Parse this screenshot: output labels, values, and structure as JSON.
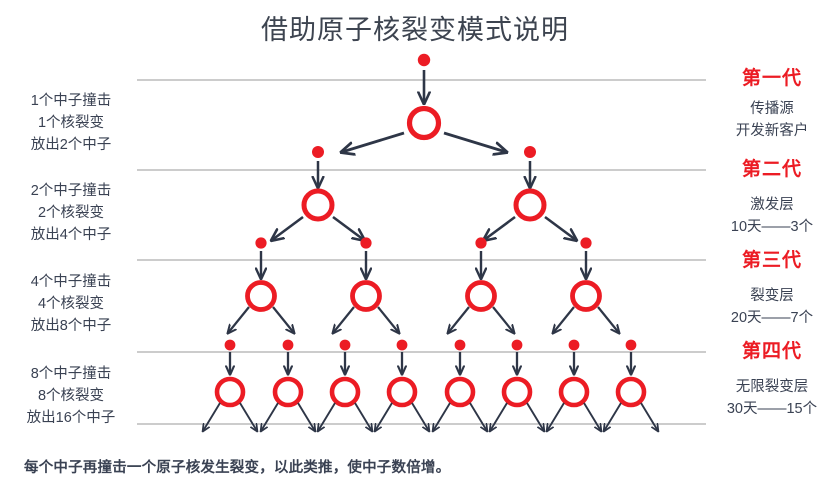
{
  "title": "借助原子核裂变模式说明",
  "caption": "每个中子再撞击一个原子核发生裂变，以此类推，使中子数倍增。",
  "colors": {
    "red": "#ec1c24",
    "dark": "#2e3647",
    "rule": "#9a9a9a",
    "text": "#3a4253"
  },
  "left_labels": [
    {
      "line1": "1个中子撞击",
      "line2": "1个核裂变",
      "line3": "放出2个中子"
    },
    {
      "line1": "2个中子撞击",
      "line2": "2个核裂变",
      "line3": "放出4个中子"
    },
    {
      "line1": "4个中子撞击",
      "line2": "4个核裂变",
      "line3": "放出8个中子"
    },
    {
      "line1": "8个中子撞击",
      "line2": "8个核裂变",
      "line3": "放出16个中子"
    }
  ],
  "right_labels": [
    {
      "title": "第一代",
      "line1": "传播源",
      "line2": "开发新客户"
    },
    {
      "title": "第二代",
      "line1": "激发层",
      "line2": "10天——3个"
    },
    {
      "title": "第三代",
      "line1": "裂变层",
      "line2": "20天——7个"
    },
    {
      "title": "第四代",
      "line1": "无限裂变层",
      "line2": "30天——15个"
    }
  ],
  "chart_data": {
    "type": "diagram",
    "title": "借助原子核裂变模式说明",
    "description": "原子核链式裂变树状图，四代分层",
    "generations": [
      {
        "gen": 1,
        "neutrons_in": 1,
        "fissions": 1,
        "neutrons_out": 2,
        "nuclei": 1
      },
      {
        "gen": 2,
        "neutrons_in": 2,
        "fissions": 2,
        "neutrons_out": 4,
        "nuclei": 2
      },
      {
        "gen": 3,
        "neutrons_in": 4,
        "fissions": 4,
        "neutrons_out": 8,
        "nuclei": 4
      },
      {
        "gen": 4,
        "neutrons_in": 8,
        "fissions": 8,
        "neutrons_out": 16,
        "nuclei": 8
      }
    ],
    "rule_y": [
      80,
      170,
      260,
      352,
      424
    ],
    "nuclei_x": {
      "g1": [
        424
      ],
      "g2": [
        318,
        530
      ],
      "g3": [
        261,
        366,
        481,
        586
      ],
      "g4": [
        230,
        288,
        345,
        402,
        460,
        517,
        574,
        631
      ]
    },
    "nuclei_y": {
      "g1": 123,
      "g2": 205,
      "g3": 296,
      "g4": 392
    },
    "dot_y": {
      "g1": 60,
      "g2": 152,
      "g3": 243,
      "g4": 345
    },
    "ring_radius": 15,
    "ring_radius_small": 13,
    "dot_radius": 6
  }
}
